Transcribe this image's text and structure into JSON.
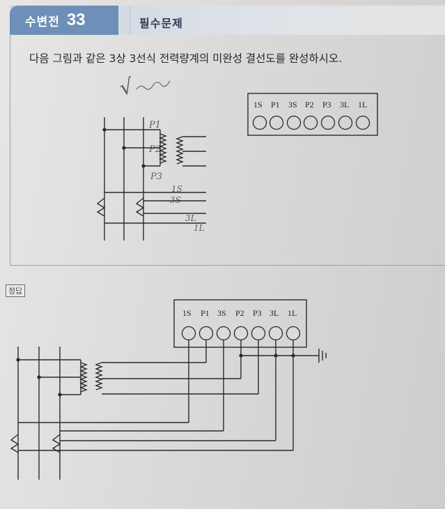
{
  "header": {
    "section_label": "수변전",
    "section_number": "33",
    "title": "필수문제"
  },
  "question": {
    "text": "다음 그림과 같은 3상 3선식 전력량계의 미완성 결선도를 완성하시오."
  },
  "terminal_labels": [
    "1S",
    "P1",
    "3S",
    "P2",
    "P3",
    "3L",
    "1L"
  ],
  "handwriting": {
    "check_mark": "√",
    "labels": [
      "P1",
      "P2",
      "P3",
      "1S",
      "3S",
      "3L",
      "1L"
    ]
  },
  "answer": {
    "tag": "정답",
    "terminal_labels": [
      "1S",
      "P1",
      "3S",
      "P2",
      "P3",
      "3L",
      "1L"
    ]
  },
  "colors": {
    "header_accent": "#6d8fb8",
    "ink": "#2a2a2a"
  }
}
